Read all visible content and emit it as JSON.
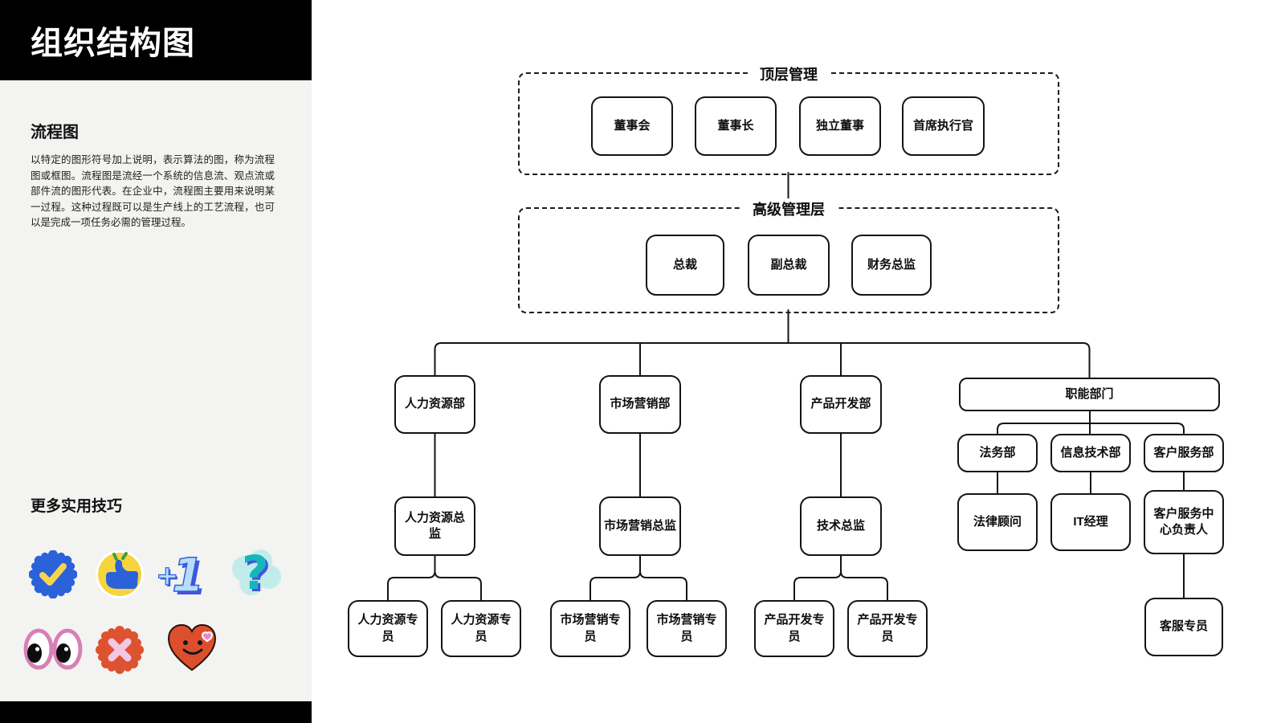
{
  "sidebar": {
    "title": "组织结构图",
    "section_heading": "流程图",
    "paragraph": "以特定的图形符号加上说明，表示算法的图，称为流程图或框图。流程图是流经一个系统的信息流、观点流或部件流的图形代表。在企业中，流程图主要用来说明某一过程。这种过程既可以是生产线上的工艺流程，也可以是完成一项任务必需的管理过程。",
    "tips_heading": "更多实用技巧",
    "stickers": [
      "verified-badge",
      "thumbs-up",
      "plus-one",
      "question-mark",
      "eyes",
      "cross-badge",
      "smiley-heart"
    ]
  },
  "org": {
    "groups": {
      "top": {
        "label": "顶层管理"
      },
      "senior": {
        "label": "高级管理层"
      }
    },
    "nodes": {
      "board": "董事会",
      "chairman": "董事长",
      "independent_director": "独立董事",
      "ceo": "首席执行官",
      "president": "总裁",
      "vice_president": "副总裁",
      "cfo": "财务总监",
      "hr_dept": "人力资源部",
      "marketing_dept": "市场营销部",
      "product_dept": "产品开发部",
      "functional_dept": "职能部门",
      "hr_director": "人力资源总监",
      "marketing_director": "市场营销总监",
      "tech_director": "技术总监",
      "hr_specialist_1": "人力资源专员",
      "hr_specialist_2": "人力资源专员",
      "marketing_specialist_1": "市场营销专员",
      "marketing_specialist_2": "市场营销专员",
      "product_specialist_1": "产品开发专员",
      "product_specialist_2": "产品开发专员",
      "legal_dept": "法务部",
      "it_dept": "信息技术部",
      "cs_dept": "客户服务部",
      "legal_advisor": "法律顾问",
      "it_manager": "IT经理",
      "cs_center_head": "客户服务中心负责人",
      "cs_specialist": "客服专员"
    }
  },
  "colors": {
    "sidebar_bg": "#f3f3f1",
    "header_bg": "#000000",
    "line": "#141414",
    "sticker_blue": "#2b62d9",
    "sticker_yellow": "#f5d43e",
    "sticker_teal": "#14b8b8",
    "sticker_lightblue": "#b8dcfa",
    "sticker_orange": "#dd5230",
    "sticker_pink": "#f4c7e3"
  }
}
